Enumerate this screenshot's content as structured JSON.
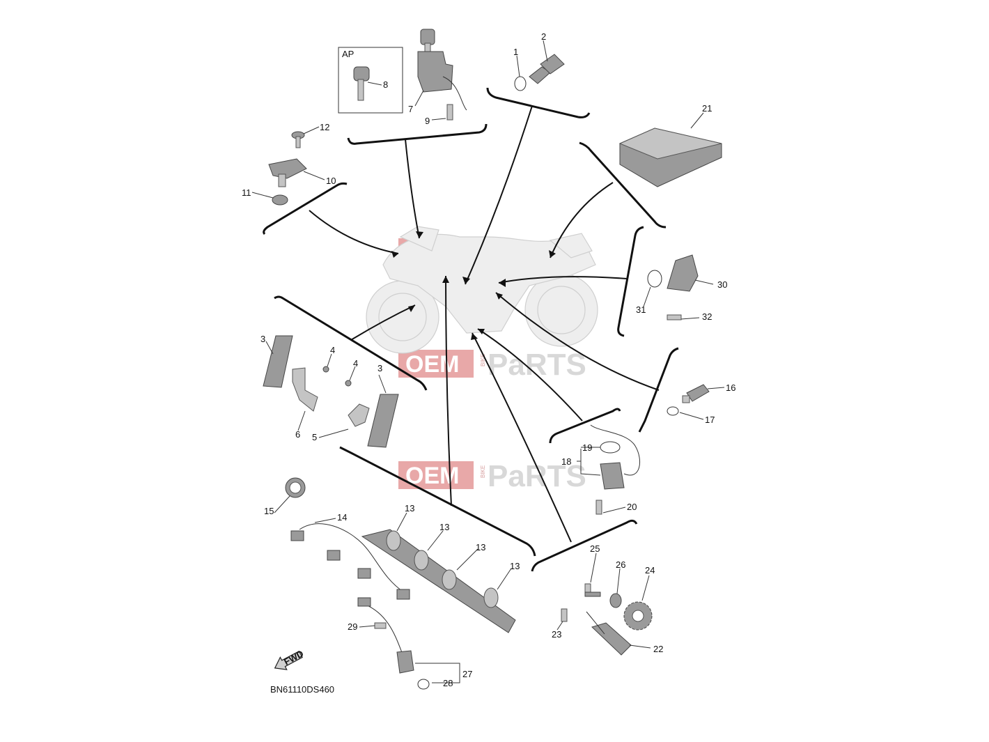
{
  "diagram": {
    "code": "BN61110DS460",
    "fwd_label": "FWD",
    "ap_box_label": "AP",
    "watermark": {
      "oem": "OEM",
      "bike": "BIKE",
      "parts": "PaRTS"
    },
    "callouts": [
      "1",
      "2",
      "3",
      "3",
      "4",
      "4",
      "5",
      "6",
      "7",
      "8",
      "9",
      "10",
      "11",
      "12",
      "13",
      "13",
      "13",
      "13",
      "14",
      "15",
      "16",
      "17",
      "18",
      "19",
      "20",
      "21",
      "22",
      "23",
      "24",
      "25",
      "26",
      "27",
      "28",
      "29",
      "30",
      "31",
      "32"
    ]
  }
}
